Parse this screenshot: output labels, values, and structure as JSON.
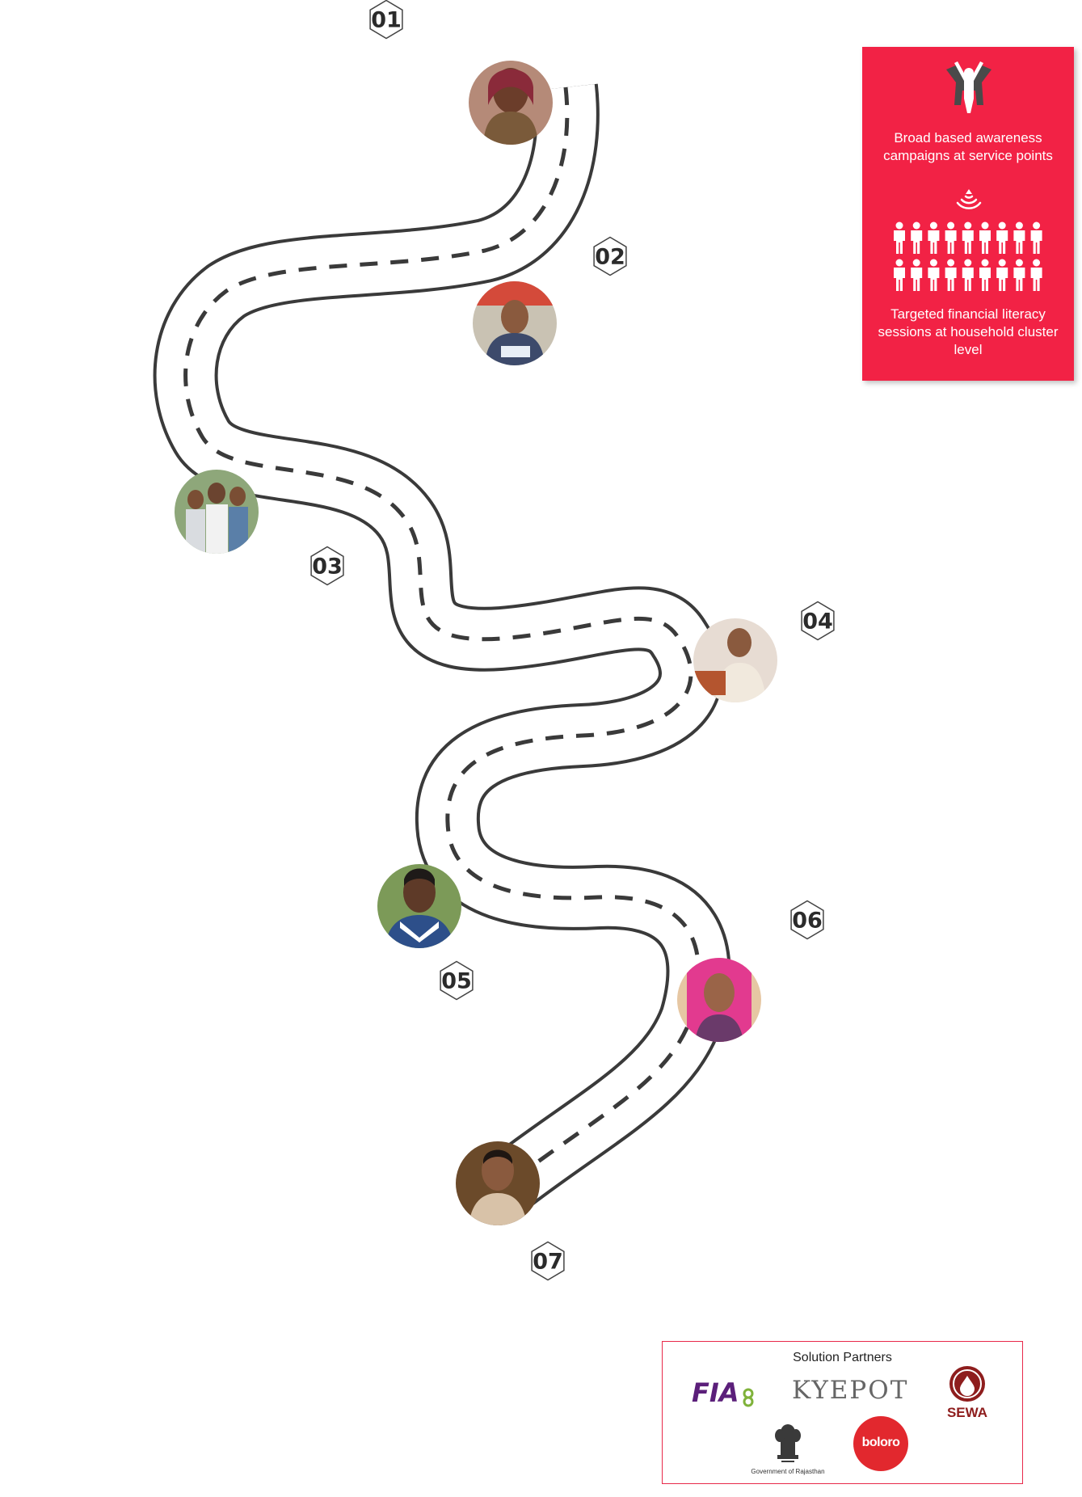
{
  "milestones": [
    {
      "label": "01",
      "icon": "woman-portrait"
    },
    {
      "label": "02",
      "icon": "shopkeeper-portrait"
    },
    {
      "label": "03",
      "icon": "group-of-men-portrait"
    },
    {
      "label": "04",
      "icon": "vendor-portrait"
    },
    {
      "label": "05",
      "icon": "girl-portrait"
    },
    {
      "label": "06",
      "icon": "woman-in-sari-portrait"
    },
    {
      "label": "07",
      "icon": "man-portrait"
    }
  ],
  "info_panel": {
    "awareness_text": "Broad based awareness campaigns at service points",
    "literacy_text": "Targeted financial literacy sessions at household cluster level",
    "icons": [
      "people-raising-hands-icon",
      "broadcast-signal-icon",
      "people-group-icon"
    ]
  },
  "partners": {
    "title": "Solution Partners",
    "logos": {
      "fia": "FIA",
      "kyepot": "KYEPOT",
      "sewa": "SEWA",
      "government": "Government of Rajasthan",
      "boloro": "boloro"
    }
  },
  "colors": {
    "road": "#3a3a3a",
    "accent": "#f22245",
    "partner_border": "#e8294a"
  }
}
